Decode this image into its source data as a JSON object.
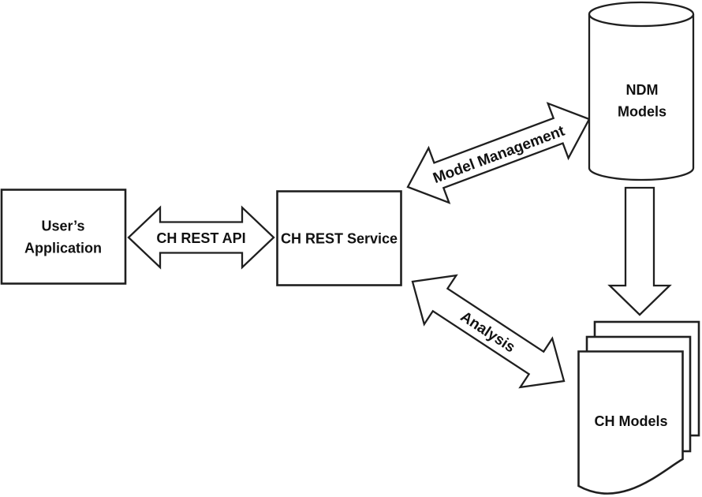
{
  "diagram_type": "architecture-flow-diagram",
  "colors": {
    "stroke": "#1f1f1f",
    "fill": "#ffffff",
    "background": "#ffffff",
    "text": "#111111"
  },
  "nodes": {
    "users_application": {
      "line1": "User’s",
      "line2": "Application",
      "shape": "rectangle"
    },
    "ch_rest_service": {
      "label": "CH REST Service",
      "shape": "rectangle"
    },
    "ndm_models": {
      "line1": "NDM",
      "line2": "Models",
      "shape": "database-cylinder"
    },
    "ch_models": {
      "label": "CH Models",
      "shape": "stacked-documents"
    }
  },
  "connectors": {
    "ch_rest_api": {
      "label": "CH REST API",
      "type": "bidirectional-block-arrow",
      "from": "users_application",
      "to": "ch_rest_service"
    },
    "model_management": {
      "label": "Model Management",
      "type": "bidirectional-block-arrow",
      "from": "ch_rest_service",
      "to": "ndm_models"
    },
    "analysis": {
      "label": "Analysis",
      "type": "bidirectional-block-arrow",
      "from": "ch_rest_service",
      "to": "ch_models"
    },
    "ndm_to_ch_models": {
      "label": "",
      "type": "block-arrow",
      "direction": "down",
      "from": "ndm_models",
      "to": "ch_models"
    }
  }
}
